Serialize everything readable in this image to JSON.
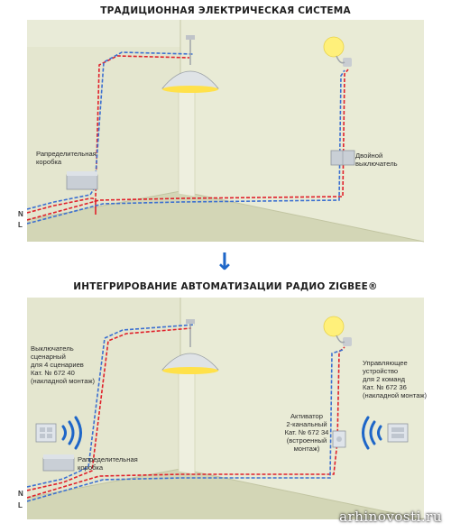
{
  "top": {
    "title": "ТРАДИЦИОННАЯ ЭЛЕКТРИЧЕСКАЯ СИСТЕМА",
    "junction_box_label": [
      "Рапределительная",
      "коробка"
    ],
    "switch_label": [
      "Двойной",
      "выключатель"
    ],
    "n_label": "N",
    "l_label": "L"
  },
  "arrow": "↓",
  "bottom": {
    "title": "ИНТЕГРИРОВАНИЕ АВТОМАТИЗАЦИИ РАДИО ZIGBEE®",
    "scenario_switch_label": [
      "Выключатель",
      "сценарный",
      "для 4 сценариев",
      "Кат. № 672 40",
      "(накладной монтаж)"
    ],
    "junction_box_label": [
      "Рапределительная",
      "коробка"
    ],
    "actuator_label": [
      "Активатор",
      "2-канальный",
      "Кат. № 672 34",
      "(встроенный",
      "монтаж)"
    ],
    "control_device_label": [
      "Управляющее",
      "устройство",
      "для 2 команд",
      "Кат. № 672 36",
      "(накладной монтаж)"
    ],
    "n_label": "N",
    "l_label": "L"
  },
  "watermark": "arhinovosti.ru",
  "colors": {
    "phase_wire": "#e0202a",
    "neutral_wire": "#3b6fd0",
    "wall": "#e4e6cf",
    "floor": "#d3d6b6",
    "radio_waves": "#1e66c8"
  }
}
